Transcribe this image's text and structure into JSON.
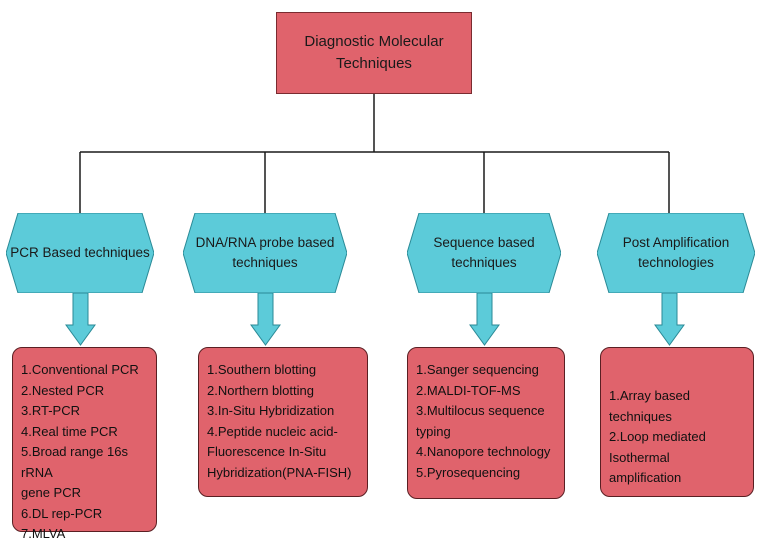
{
  "root": {
    "label": "Diagnostic Molecular\nTechniques"
  },
  "categories": [
    {
      "label": "PCR Based techniques",
      "items": [
        "1.Conventional PCR",
        "2.Nested PCR",
        "3.RT-PCR",
        "4.Real time PCR",
        "5.Broad range 16s rRNA\n   gene PCR",
        "6.DL rep-PCR",
        "7.MLVA"
      ]
    },
    {
      "label": "DNA/RNA probe based\ntechniques",
      "items": [
        "1.Southern blotting",
        "2.Northern blotting",
        "3.In-Situ Hybridization",
        "4.Peptide nucleic acid-\n   Fluorescence In-Situ\n   Hybridization(PNA-FISH)"
      ]
    },
    {
      "label": "Sequence based\ntechniques",
      "items": [
        "1.Sanger sequencing",
        "2.MALDI-TOF-MS",
        "3.Multilocus sequence\n   typing",
        "4.Nanopore technology",
        "5.Pyrosequencing"
      ]
    },
    {
      "label": "Post Amplification\ntechnologies",
      "items": [
        "1.Array based techniques",
        "2.Loop mediated\nIsothermal amplification"
      ]
    }
  ],
  "colors": {
    "root_fill": "#e0636c",
    "hex_fill": "#5ccbd9",
    "arrow_fill": "#5ccbd9",
    "list_fill": "#e0636c",
    "line": "#1a1a1a"
  }
}
